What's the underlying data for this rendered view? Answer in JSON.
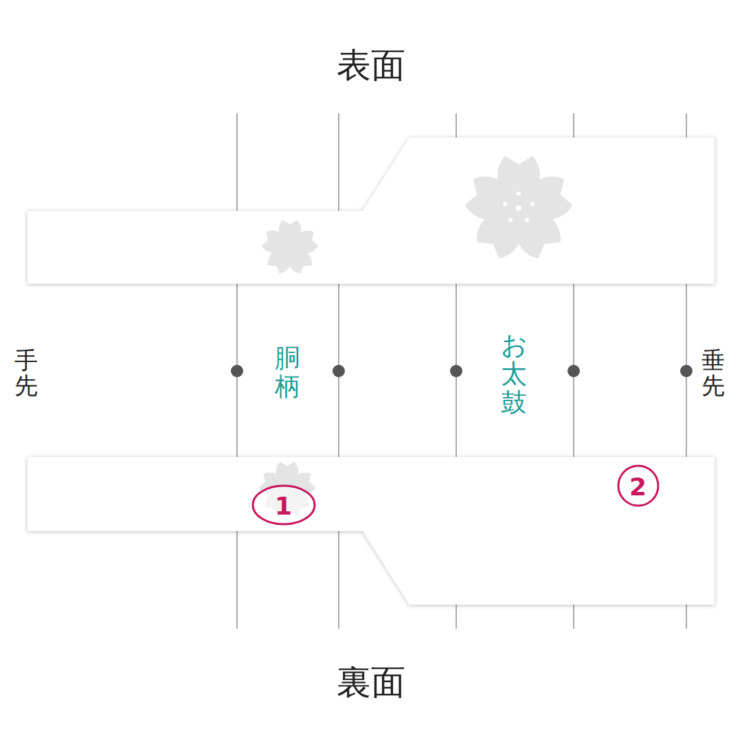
{
  "diagram": {
    "labels": [
      "表面",
      "裏面",
      "手先",
      "垂先",
      "胴柄",
      "お太鼓",
      "1",
      "2"
    ]
  }
}
